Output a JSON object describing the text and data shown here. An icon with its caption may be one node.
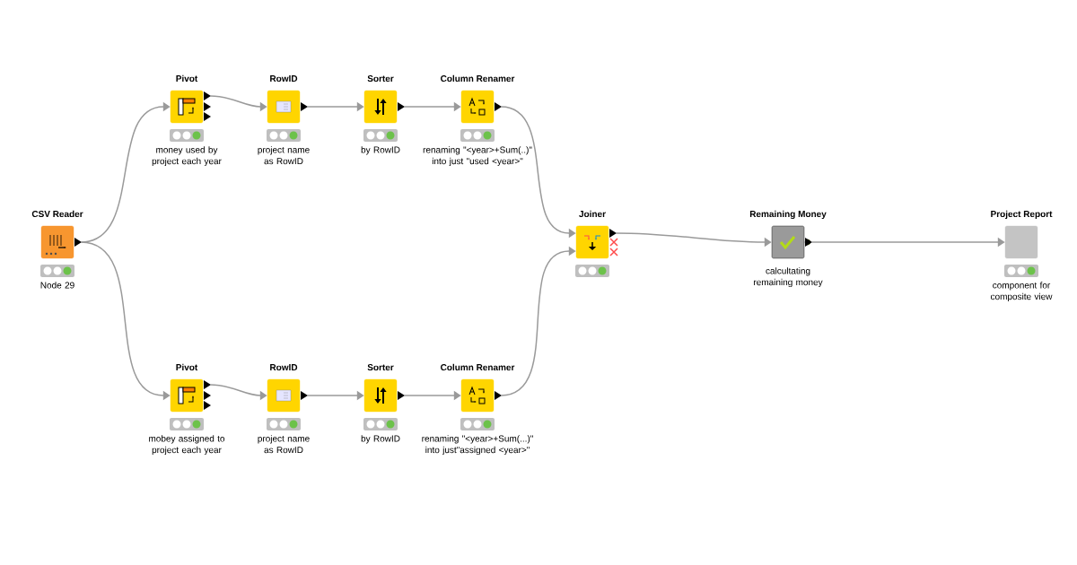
{
  "diagram": {
    "nodes": [
      {
        "text": [
          "CSV Reader",
          "Node 29"
        ]
      },
      {
        "text": [
          "Pivot",
          "money used by project each year"
        ]
      },
      {
        "text": [
          "RowID",
          "project name as RowID"
        ]
      },
      {
        "text": [
          "Sorter",
          "by RowID"
        ]
      },
      {
        "text": [
          "Column Renamer",
          "renaming \"<year>+Sum(..)\" into just \"used <year>\""
        ]
      },
      {
        "text": [
          "Pivot",
          "mobey assigned to project each year"
        ]
      },
      {
        "text": [
          "RowID",
          "project name as RowID"
        ]
      },
      {
        "text": [
          "Sorter",
          "by RowID"
        ]
      },
      {
        "text": [
          "Column Renamer",
          "renaming \"<year>+Sum(...)\" into just\"assigned <year>\""
        ]
      },
      {
        "text": [
          "Joiner"
        ]
      },
      {
        "text": [
          "Remaining Money",
          "calcultating remaining money"
        ]
      },
      {
        "text": [
          "Project Report",
          "component for composite view"
        ]
      }
    ],
    "edges": [
      {
        "from": 0,
        "to": 1,
        "arrow": "to"
      },
      {
        "from": 1,
        "to": 2,
        "arrow": "to"
      },
      {
        "from": 2,
        "to": 3,
        "arrow": "to"
      },
      {
        "from": 3,
        "to": 4,
        "arrow": "to"
      },
      {
        "from": 4,
        "to": 9,
        "arrow": "to"
      },
      {
        "from": 0,
        "to": 5,
        "arrow": "to"
      },
      {
        "from": 5,
        "to": 6,
        "arrow": "to"
      },
      {
        "from": 6,
        "to": 7,
        "arrow": "to"
      },
      {
        "from": 7,
        "to": 8,
        "arrow": "to"
      },
      {
        "from": 8,
        "to": 9,
        "arrow": "to"
      },
      {
        "from": 9,
        "to": 10,
        "arrow": "to"
      },
      {
        "from": 10,
        "to": 11,
        "arrow": "to"
      }
    ]
  }
}
